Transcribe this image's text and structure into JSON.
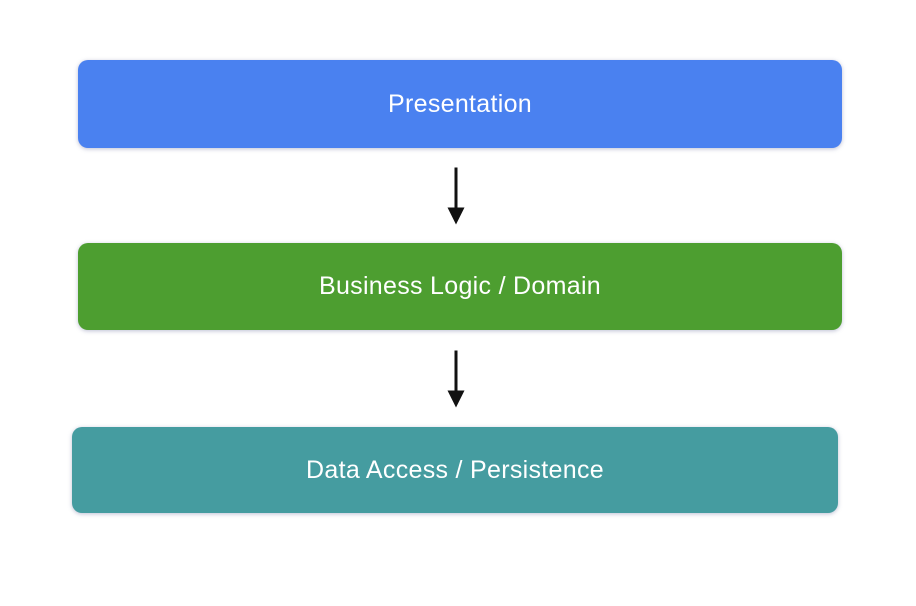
{
  "diagram": {
    "background_color": "#FFFFFF",
    "text_color": "#FFFFFF",
    "arrow_color": "#111111",
    "layers": [
      {
        "label": "Presentation",
        "color": "#4A81F0"
      },
      {
        "label": "Business Logic / Domain",
        "color": "#4D9E30"
      },
      {
        "label": "Data Access / Persistence",
        "color": "#459CA0"
      }
    ],
    "arrows": [
      {
        "name": "down-arrow"
      },
      {
        "name": "down-arrow"
      }
    ]
  }
}
